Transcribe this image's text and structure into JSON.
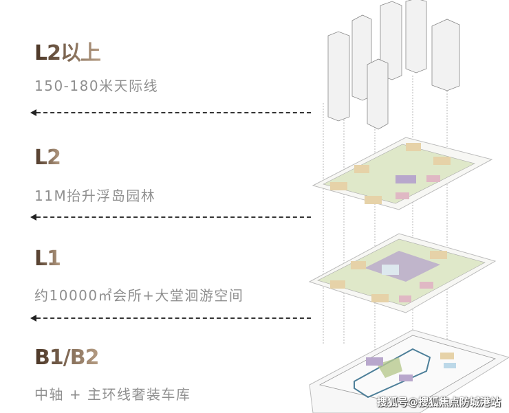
{
  "levels": [
    {
      "title": "L2以上",
      "subtitle": "150-180米天际线"
    },
    {
      "title": "L2",
      "subtitle": "11M抬升浮岛园林"
    },
    {
      "title": "L1",
      "subtitle": "约10000㎡会所+大堂洄游空间"
    },
    {
      "title": "B1/B2",
      "subtitle": "中轴 + 主环线奢装车库"
    }
  ],
  "watermark": "搜狐号@搜狐焦点防城港站",
  "colors": {
    "title_dark": "#4a3525",
    "title_light": "#b59c83",
    "garden": "#dfe8c9",
    "building": "#e6d2a8",
    "purple": "#b8a7cc",
    "loop": "#4d7f99"
  }
}
